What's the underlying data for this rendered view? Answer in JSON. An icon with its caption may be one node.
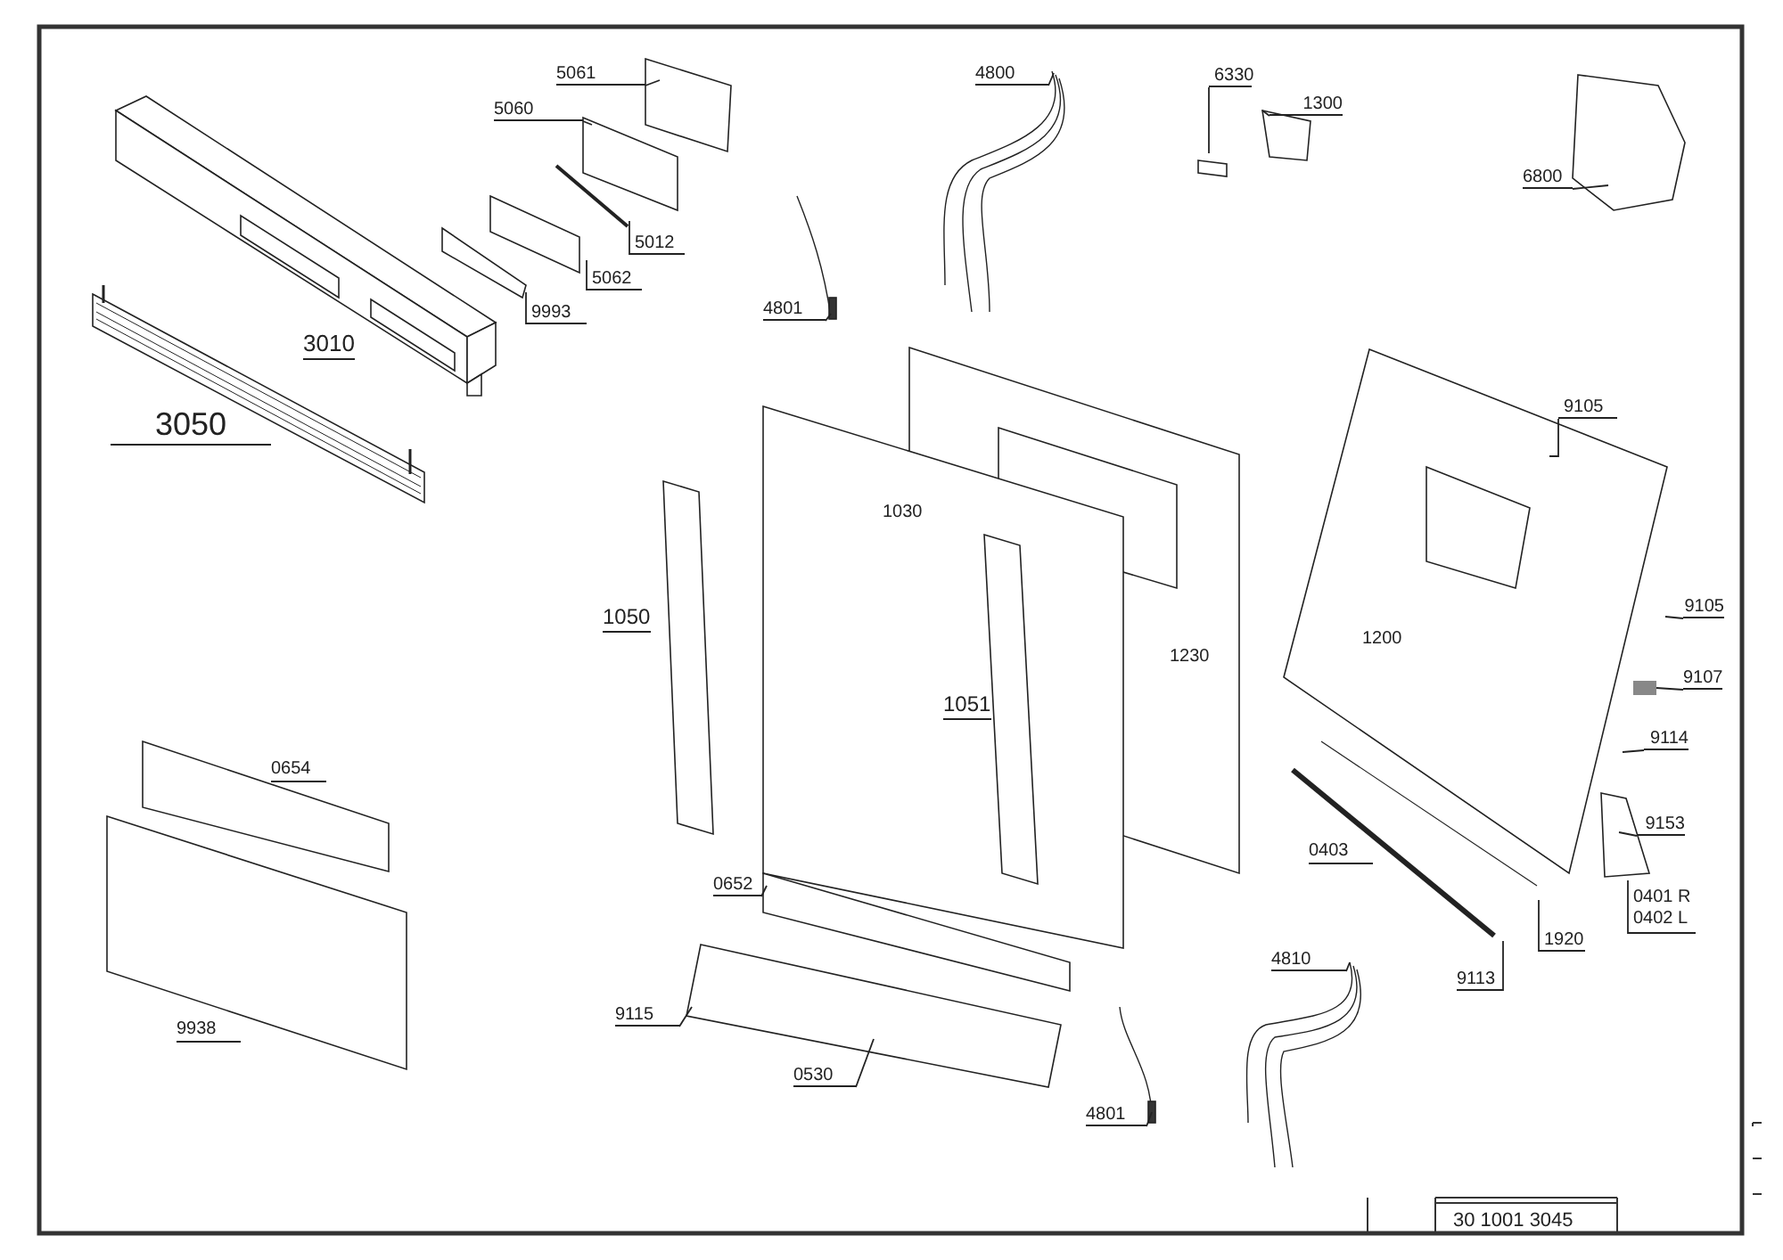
{
  "diagram": {
    "nodes": [
      {
        "text": [
          "5061"
        ]
      },
      {
        "text": [
          "5060"
        ]
      },
      {
        "text": [
          "5012"
        ]
      },
      {
        "text": [
          "5062"
        ]
      },
      {
        "text": [
          "9993"
        ]
      },
      {
        "text": [
          "4801"
        ]
      },
      {
        "text": [
          "4800"
        ]
      },
      {
        "text": [
          "6330"
        ]
      },
      {
        "text": [
          "1300"
        ]
      },
      {
        "text": [
          "6800"
        ]
      },
      {
        "text": [
          "9105"
        ]
      },
      {
        "text": [
          "9105"
        ]
      },
      {
        "text": [
          "9107"
        ]
      },
      {
        "text": [
          "9114"
        ]
      },
      {
        "text": [
          "9153"
        ]
      },
      {
        "text": [
          "0401 R",
          "0402 L"
        ]
      },
      {
        "text": [
          "1920"
        ]
      },
      {
        "text": [
          "9113"
        ]
      },
      {
        "text": [
          "4810"
        ]
      },
      {
        "text": [
          "4801"
        ]
      },
      {
        "text": [
          "0652"
        ]
      },
      {
        "text": [
          "9115"
        ]
      },
      {
        "text": [
          "0530"
        ]
      }
    ],
    "edges": [
      {
        "from": 0,
        "to": null,
        "arrow": "none"
      },
      {
        "from": 1,
        "to": null,
        "arrow": "none"
      },
      {
        "from": 2,
        "to": null,
        "arrow": "none"
      },
      {
        "from": 3,
        "to": null,
        "arrow": "none"
      },
      {
        "from": 4,
        "to": null,
        "arrow": "none"
      },
      {
        "from": 5,
        "to": null,
        "arrow": "none"
      },
      {
        "from": 6,
        "to": null,
        "arrow": "none"
      },
      {
        "from": 7,
        "to": null,
        "arrow": "none"
      },
      {
        "from": 8,
        "to": null,
        "arrow": "none"
      },
      {
        "from": 9,
        "to": null,
        "arrow": "none"
      },
      {
        "from": 10,
        "to": null,
        "arrow": "none"
      },
      {
        "from": 11,
        "to": null,
        "arrow": "none"
      },
      {
        "from": 12,
        "to": null,
        "arrow": "none"
      },
      {
        "from": 13,
        "to": null,
        "arrow": "none"
      },
      {
        "from": 14,
        "to": null,
        "arrow": "none"
      },
      {
        "from": 15,
        "to": null,
        "arrow": "none"
      },
      {
        "from": 16,
        "to": null,
        "arrow": "none"
      },
      {
        "from": 17,
        "to": null,
        "arrow": "none"
      },
      {
        "from": 18,
        "to": null,
        "arrow": "none"
      },
      {
        "from": 19,
        "to": null,
        "arrow": "none"
      },
      {
        "from": 20,
        "to": null,
        "arrow": "none"
      },
      {
        "from": 21,
        "to": null,
        "arrow": "none"
      },
      {
        "from": 22,
        "to": null,
        "arrow": "none"
      }
    ],
    "labels": [
      "3010",
      "3050",
      "1030",
      "1050",
      "1200",
      "1230",
      "1051",
      "0654",
      "0403",
      "9938",
      "30 1001 3045"
    ]
  }
}
